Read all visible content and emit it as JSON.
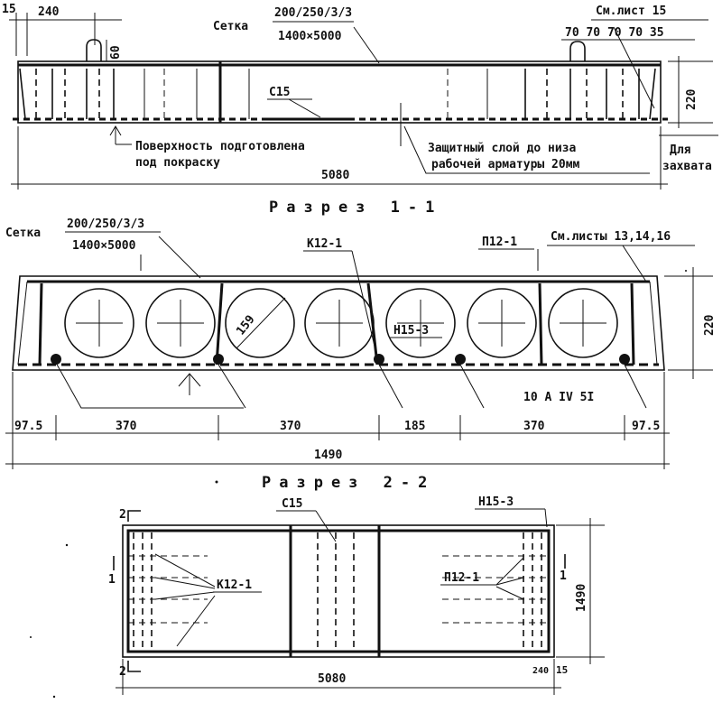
{
  "elevation": {
    "mesh_label": "Сетка",
    "mesh_spec_top": "200/250/3/3",
    "mesh_spec_bottom": "1400×5000",
    "sheet_ref": "См.лист 15",
    "dim_left_15": "15",
    "dim_left_240": "240",
    "dim_loop_60": "60",
    "dim_right_seq": "70 70 70 70 35",
    "height": "220",
    "c15": "С15",
    "note_surface_line1": "Поверхность подготовлена",
    "note_surface_line2": "под покраску",
    "note_cover_line1": "Защитный слой до низа",
    "note_cover_line2": "рабочей арматуры 20мм",
    "note_grip_line1": "Для",
    "note_grip_line2": "захвата",
    "length": "5080"
  },
  "section1": {
    "title": "Разрез 1-1",
    "mesh_label": "Сетка",
    "mesh_spec_top": "200/250/3/3",
    "mesh_spec_bottom": "1400×5000",
    "k12": "К12-1",
    "p12": "П12-1",
    "sheets_ref": "См.листы 13,14,16",
    "hole_dia": "159",
    "n15": "Н15-3",
    "height": "220",
    "bars": "10 А IV 5I",
    "dims": [
      "97.5",
      "370",
      "370",
      "185",
      "370",
      "97.5"
    ],
    "total_width": "1490"
  },
  "section2": {
    "title": "Разрез 2-2",
    "c15": "С15",
    "n15": "Н15-3",
    "k12": "К12-1",
    "p12": "П12-1",
    "mark_2": "2",
    "mark_1": "1",
    "width": "1490",
    "length": "5080",
    "dim_240": "240",
    "dim_15": "15"
  }
}
